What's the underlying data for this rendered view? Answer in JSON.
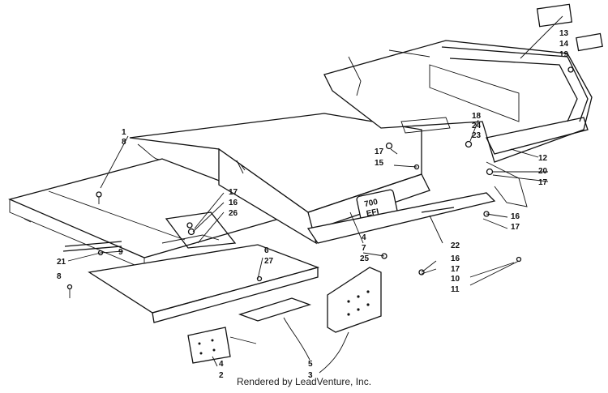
{
  "diagram": {
    "callouts": [
      {
        "id": "c1a",
        "text": "1"
      },
      {
        "id": "c8a",
        "text": "8"
      },
      {
        "id": "c13",
        "text": "13"
      },
      {
        "id": "c14",
        "text": "14"
      },
      {
        "id": "c19",
        "text": "19"
      },
      {
        "id": "c18",
        "text": "18"
      },
      {
        "id": "c24",
        "text": "24"
      },
      {
        "id": "c23",
        "text": "23"
      },
      {
        "id": "c17a",
        "text": "17"
      },
      {
        "id": "c15",
        "text": "15"
      },
      {
        "id": "c12",
        "text": "12"
      },
      {
        "id": "c20",
        "text": "20"
      },
      {
        "id": "c17b",
        "text": "17"
      },
      {
        "id": "c17c",
        "text": "17"
      },
      {
        "id": "c16a",
        "text": "16"
      },
      {
        "id": "c26",
        "text": "26"
      },
      {
        "id": "c16b",
        "text": "16"
      },
      {
        "id": "c17d",
        "text": "17"
      },
      {
        "id": "c4a",
        "text": "4"
      },
      {
        "id": "c7",
        "text": "7"
      },
      {
        "id": "c6",
        "text": "6"
      },
      {
        "id": "c27",
        "text": "27"
      },
      {
        "id": "c25",
        "text": "25"
      },
      {
        "id": "c22",
        "text": "22"
      },
      {
        "id": "c16c",
        "text": "16"
      },
      {
        "id": "c17e",
        "text": "17"
      },
      {
        "id": "c10",
        "text": "10"
      },
      {
        "id": "c11",
        "text": "11"
      },
      {
        "id": "c21",
        "text": "21"
      },
      {
        "id": "c9",
        "text": "9"
      },
      {
        "id": "c8b",
        "text": "8"
      },
      {
        "id": "c5",
        "text": "5"
      },
      {
        "id": "c3",
        "text": "3"
      },
      {
        "id": "c4b",
        "text": "4"
      },
      {
        "id": "c2",
        "text": "2"
      }
    ],
    "emblem_line1": "700",
    "emblem_line2": "EFI"
  },
  "credit": "Rendered by LeadVenture, Inc."
}
